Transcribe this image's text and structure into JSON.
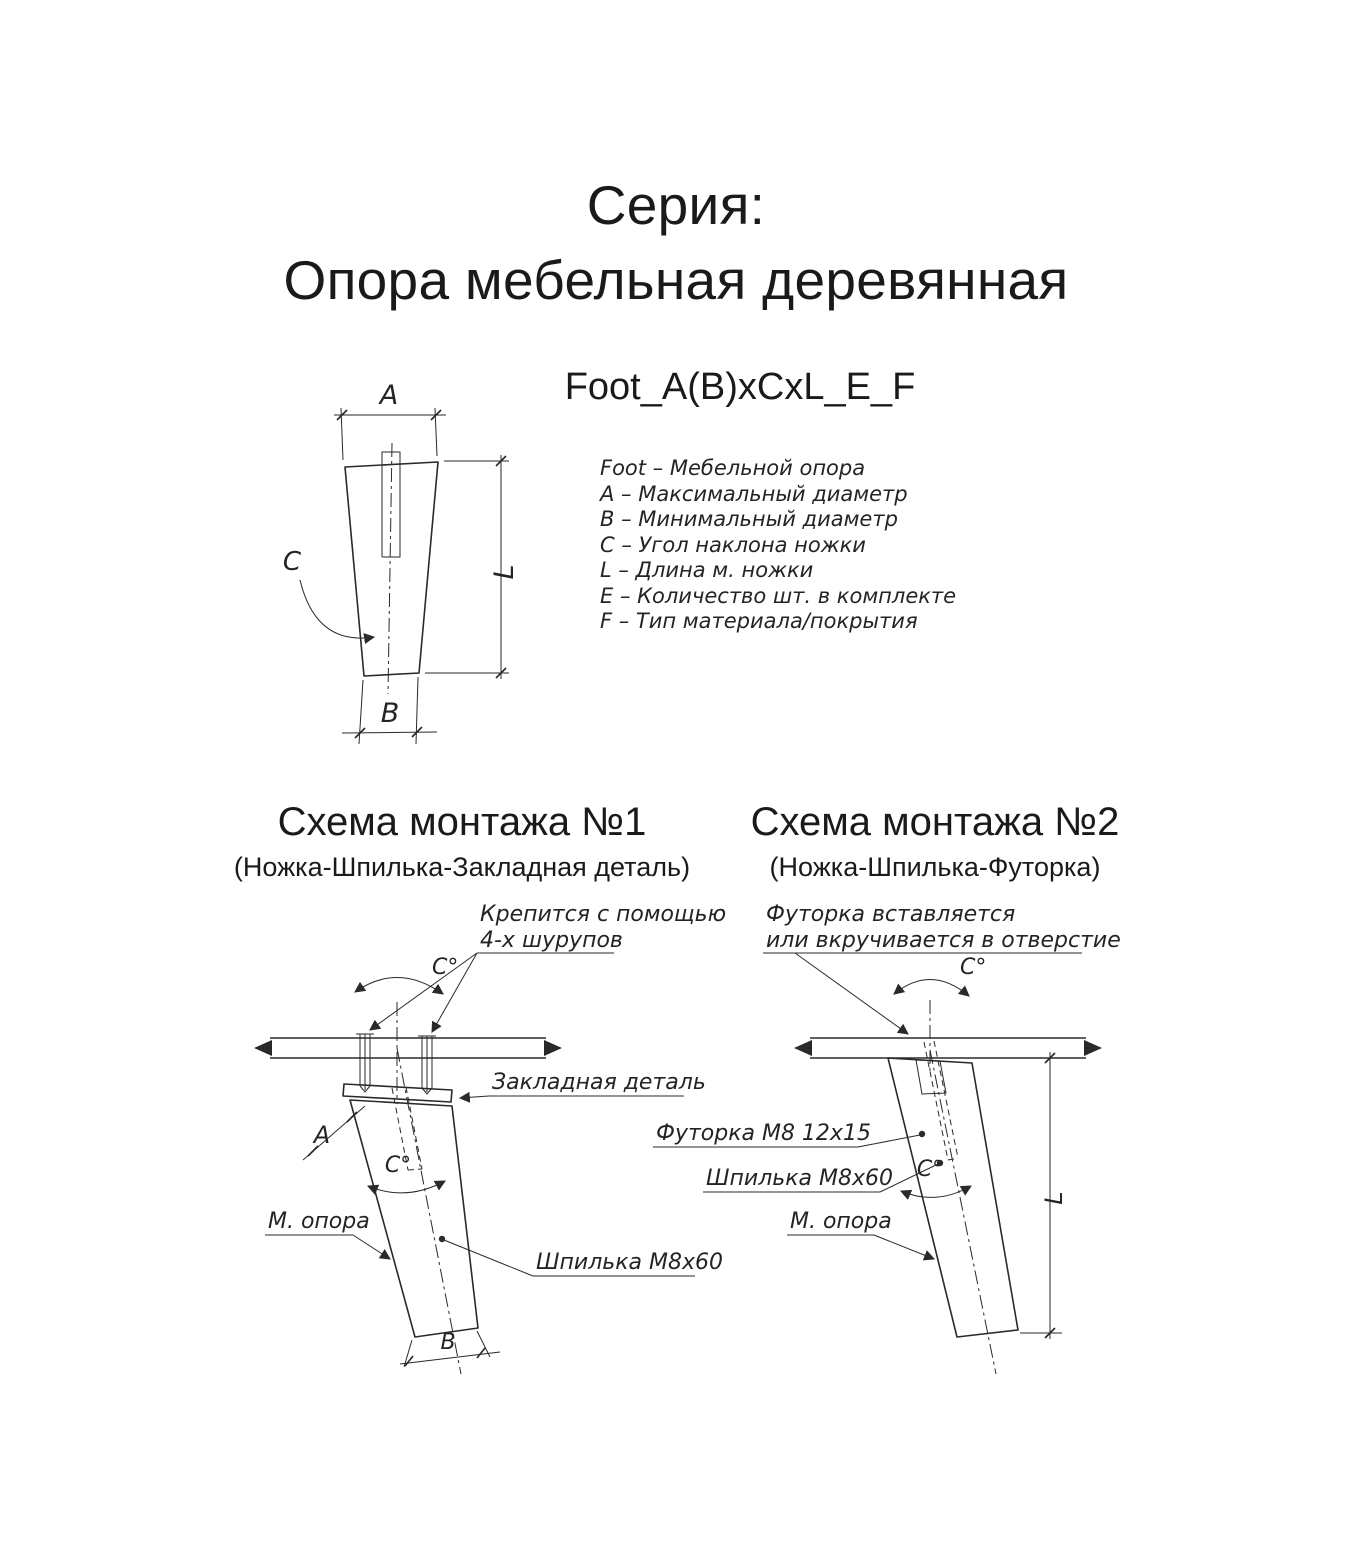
{
  "header": {
    "title_line1": "Серия:",
    "title_line2": "Опора мебельная деревянная",
    "formula": "Foot_A(B)xCxL_E_F"
  },
  "legend": {
    "items": [
      "Foot – Мебельной опора",
      "A – Максимальный диаметр",
      "B – Минимальный диаметр",
      "C – Угол наклона ножки",
      "L – Длина м. ножки",
      "E – Количество шт. в комплекте",
      "F – Тип материала/покрытия"
    ]
  },
  "leg_drawing": {
    "dim_a": "A",
    "dim_b": "B",
    "dim_c": "C",
    "dim_l": "L"
  },
  "scheme1": {
    "title": "Схема монтажа №1",
    "subtitle": "(Ножка-Шпилька-Закладная деталь)",
    "callout_screws_line1": "Крепится с помощью",
    "callout_screws_line2": "4-х шурупов",
    "callout_plate": "Закладная деталь",
    "callout_support": "М. опора",
    "callout_stud": "Шпилька М8х60",
    "dim_a": "A",
    "dim_b": "B",
    "angle_top": "C°",
    "angle_mid": "C°"
  },
  "scheme2": {
    "title": "Схема монтажа №2",
    "subtitle": "(Ножка-Шпилька-Футорка)",
    "callout_insert_line1": "Футорка вставляется",
    "callout_insert_line2": "или вкручивается в отверстие",
    "callout_insert_size": "Футорка М8 12х15",
    "callout_stud": "Шпилька М8х60",
    "callout_support": "М. опора",
    "dim_l": "L",
    "angle_top": "C°",
    "angle_mid": "C°"
  }
}
